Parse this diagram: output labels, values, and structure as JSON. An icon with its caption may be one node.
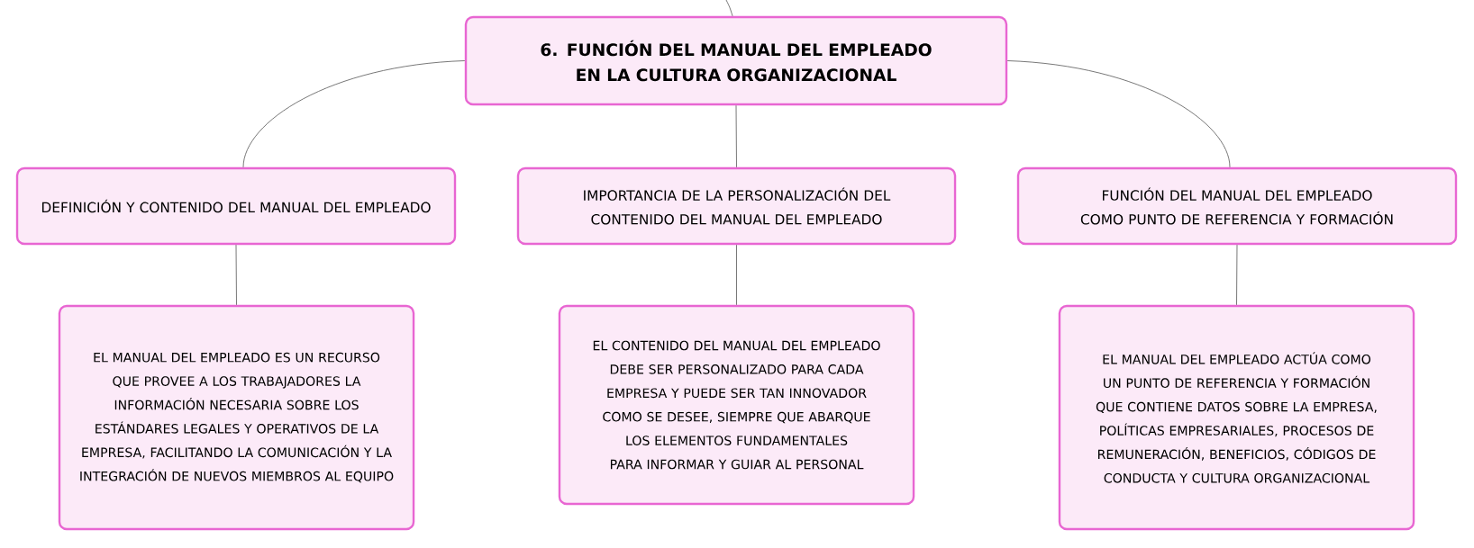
{
  "diagram": {
    "nodes": [
      {
        "text": [
          "6. FUNCIÓN DEL MANUAL DEL EMPLEADO EN LA CULTURA ORGANIZACIONAL"
        ]
      },
      {
        "text": [
          "DEFINICIÓN Y CONTENIDO DEL MANUAL DEL EMPLEADO"
        ]
      },
      {
        "text": [
          "IMPORTANCIA DE LA PERSONALIZACIÓN DEL CONTENIDO DEL MANUAL DEL EMPLEADO"
        ]
      },
      {
        "text": [
          "FUNCIÓN DEL MANUAL DEL EMPLEADO COMO PUNTO DE REFERENCIA Y FORMACIÓN"
        ]
      },
      {
        "text": [
          "EL MANUAL DEL EMPLEADO ES UN RECURSO QUE PROVEE A LOS TRABAJADORES LA INFORMACIÓN NECESARIA SOBRE LOS ESTÁNDARES LEGALES Y OPERATIVOS DE LA EMPRESA, FACILITANDO LA COMUNICACIÓN Y LA INTEGRACIÓN DE NUEVOS MIEMBROS AL EQUIPO"
        ]
      },
      {
        "text": [
          "EL CONTENIDO DEL MANUAL DEL EMPLEADO DEBE SER PERSONALIZADO PARA CADA EMPRESA Y PUEDE SER TAN INNOVADOR COMO SE DESEE, SIEMPRE QUE ABARQUE LOS ELEMENTOS FUNDAMENTALES PARA INFORMAR Y GUIAR AL PERSONAL"
        ]
      },
      {
        "text": [
          "EL MANUAL DEL EMPLEADO ACTÚA COMO UN PUNTO DE REFERENCIA Y FORMACIÓN QUE CONTIENE DATOS SOBRE LA EMPRESA, POLÍTICAS EMPRESARIALES, PROCESOS DE REMUNERACIÓN, BENEFICIOS, CÓDIGOS DE CONDUCTA Y CULTURA ORGANIZACIONAL"
        ]
      }
    ],
    "edges": [
      {
        "from": null,
        "to": 0,
        "arrow": "none"
      },
      {
        "from": 0,
        "to": 1,
        "arrow": "none"
      },
      {
        "from": 0,
        "to": 2,
        "arrow": "none"
      },
      {
        "from": 0,
        "to": 3,
        "arrow": "none"
      },
      {
        "from": 1,
        "to": 4,
        "arrow": "none"
      },
      {
        "from": 2,
        "to": 5,
        "arrow": "none"
      },
      {
        "from": 3,
        "to": 6,
        "arrow": "none"
      }
    ]
  }
}
